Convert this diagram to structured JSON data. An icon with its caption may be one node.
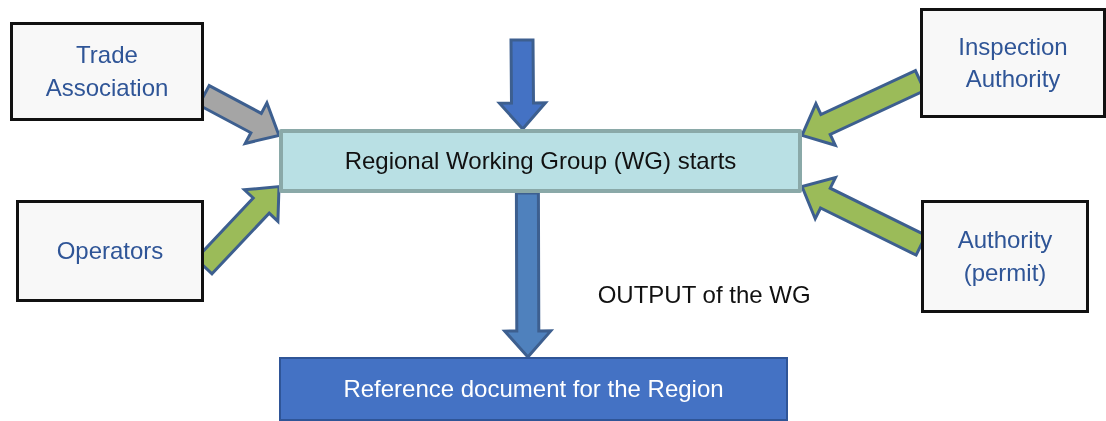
{
  "diagram": {
    "nodes": [
      {
        "text": [
          "Trade Association"
        ]
      },
      {
        "text": [
          "Regional Working Group (WG) starts"
        ]
      },
      {
        "text": [
          "Operators"
        ]
      },
      {
        "text": [
          "Inspection Authority"
        ]
      },
      {
        "text": [
          "Authority (permit)"
        ]
      },
      {
        "text": [
          "Reference document for the Region"
        ]
      }
    ],
    "edges": [
      {
        "from": null,
        "to": 1,
        "arrow": "to",
        "color": "#4472c4"
      },
      {
        "from": 0,
        "to": 1,
        "arrow": "to",
        "color": "#a5a5a5"
      },
      {
        "from": 2,
        "to": 1,
        "arrow": "to"
      },
      {
        "from": 3,
        "to": 1,
        "arrow": "to"
      },
      {
        "from": 4,
        "to": 1,
        "arrow": "to"
      },
      {
        "from": 1,
        "to": 5,
        "arrow": "to",
        "label": "OUTPUT of the WG",
        "color": "#4f81bd"
      }
    ]
  }
}
